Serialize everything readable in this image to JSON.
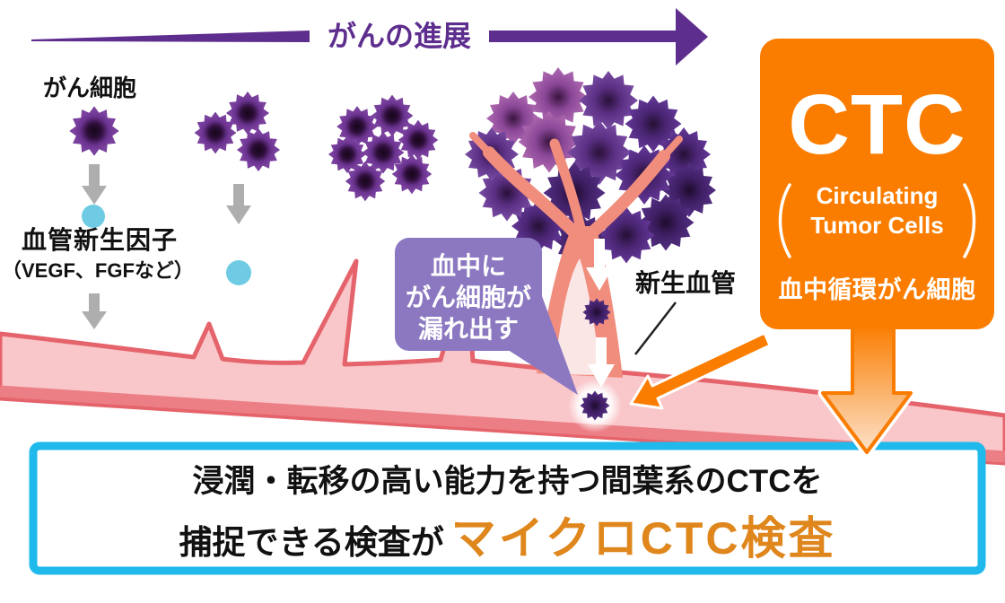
{
  "top_arrow": {
    "label": "がんの進展"
  },
  "labels": {
    "cancer_cell": "がん細胞",
    "angiogenesis_line1": "血管新生因子",
    "angiogenesis_line2": "（VEGF、FGFなど）",
    "neovessel": "新生血管"
  },
  "bubble": {
    "line1": "血中に",
    "line2": "がん細胞が",
    "line3": "漏れ出す"
  },
  "ctc": {
    "title": "CTC",
    "subtitle_line1": "Circulating",
    "subtitle_line2": "Tumor Cells",
    "subtitle_jp": "血中循環がん細胞"
  },
  "banner": {
    "line1": "浸潤・転移の高い能力を持つ間葉系のCTCを",
    "line2_black": "捕捉できる検査が",
    "line2_orange": "マイクロCTC検査"
  },
  "colors": {
    "progression_purple": "#5E2E8E",
    "cell_purple": "#7C3F9A",
    "gray_arrow": "#AEAEAE",
    "factor_dot_cyan": "#6FCBE3",
    "vessel_fill": "#F9C6C9",
    "vessel_edge": "#E5646B",
    "branch_salmon": "#F18D7C",
    "bubble_purple": "#8B78C1",
    "ctc_orange": "#FB7D00",
    "banner_border_cyan": "#1FB9EC",
    "banner_orange_text": "#DF861C"
  }
}
